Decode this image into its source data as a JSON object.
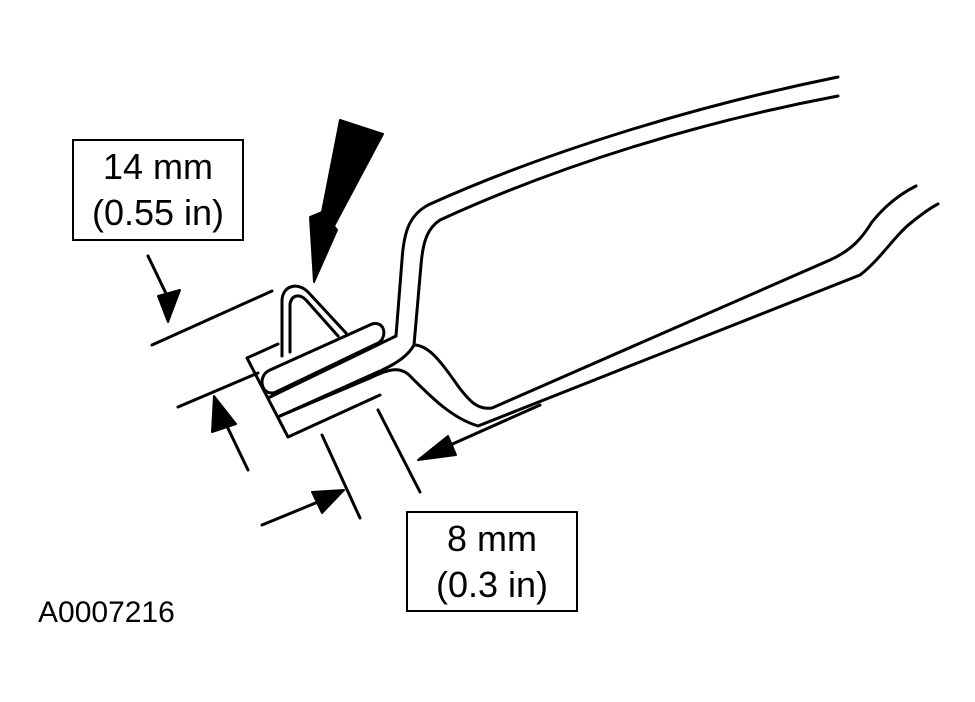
{
  "dimensions": {
    "clip_height": {
      "metric": "14 mm",
      "imperial": "(0.55 in)"
    },
    "clip_offset": {
      "metric": "8 mm",
      "imperial": "(0.3 in)"
    }
  },
  "figure_id": "A0007216",
  "colors": {
    "line": "#000000",
    "background": "#ffffff"
  }
}
